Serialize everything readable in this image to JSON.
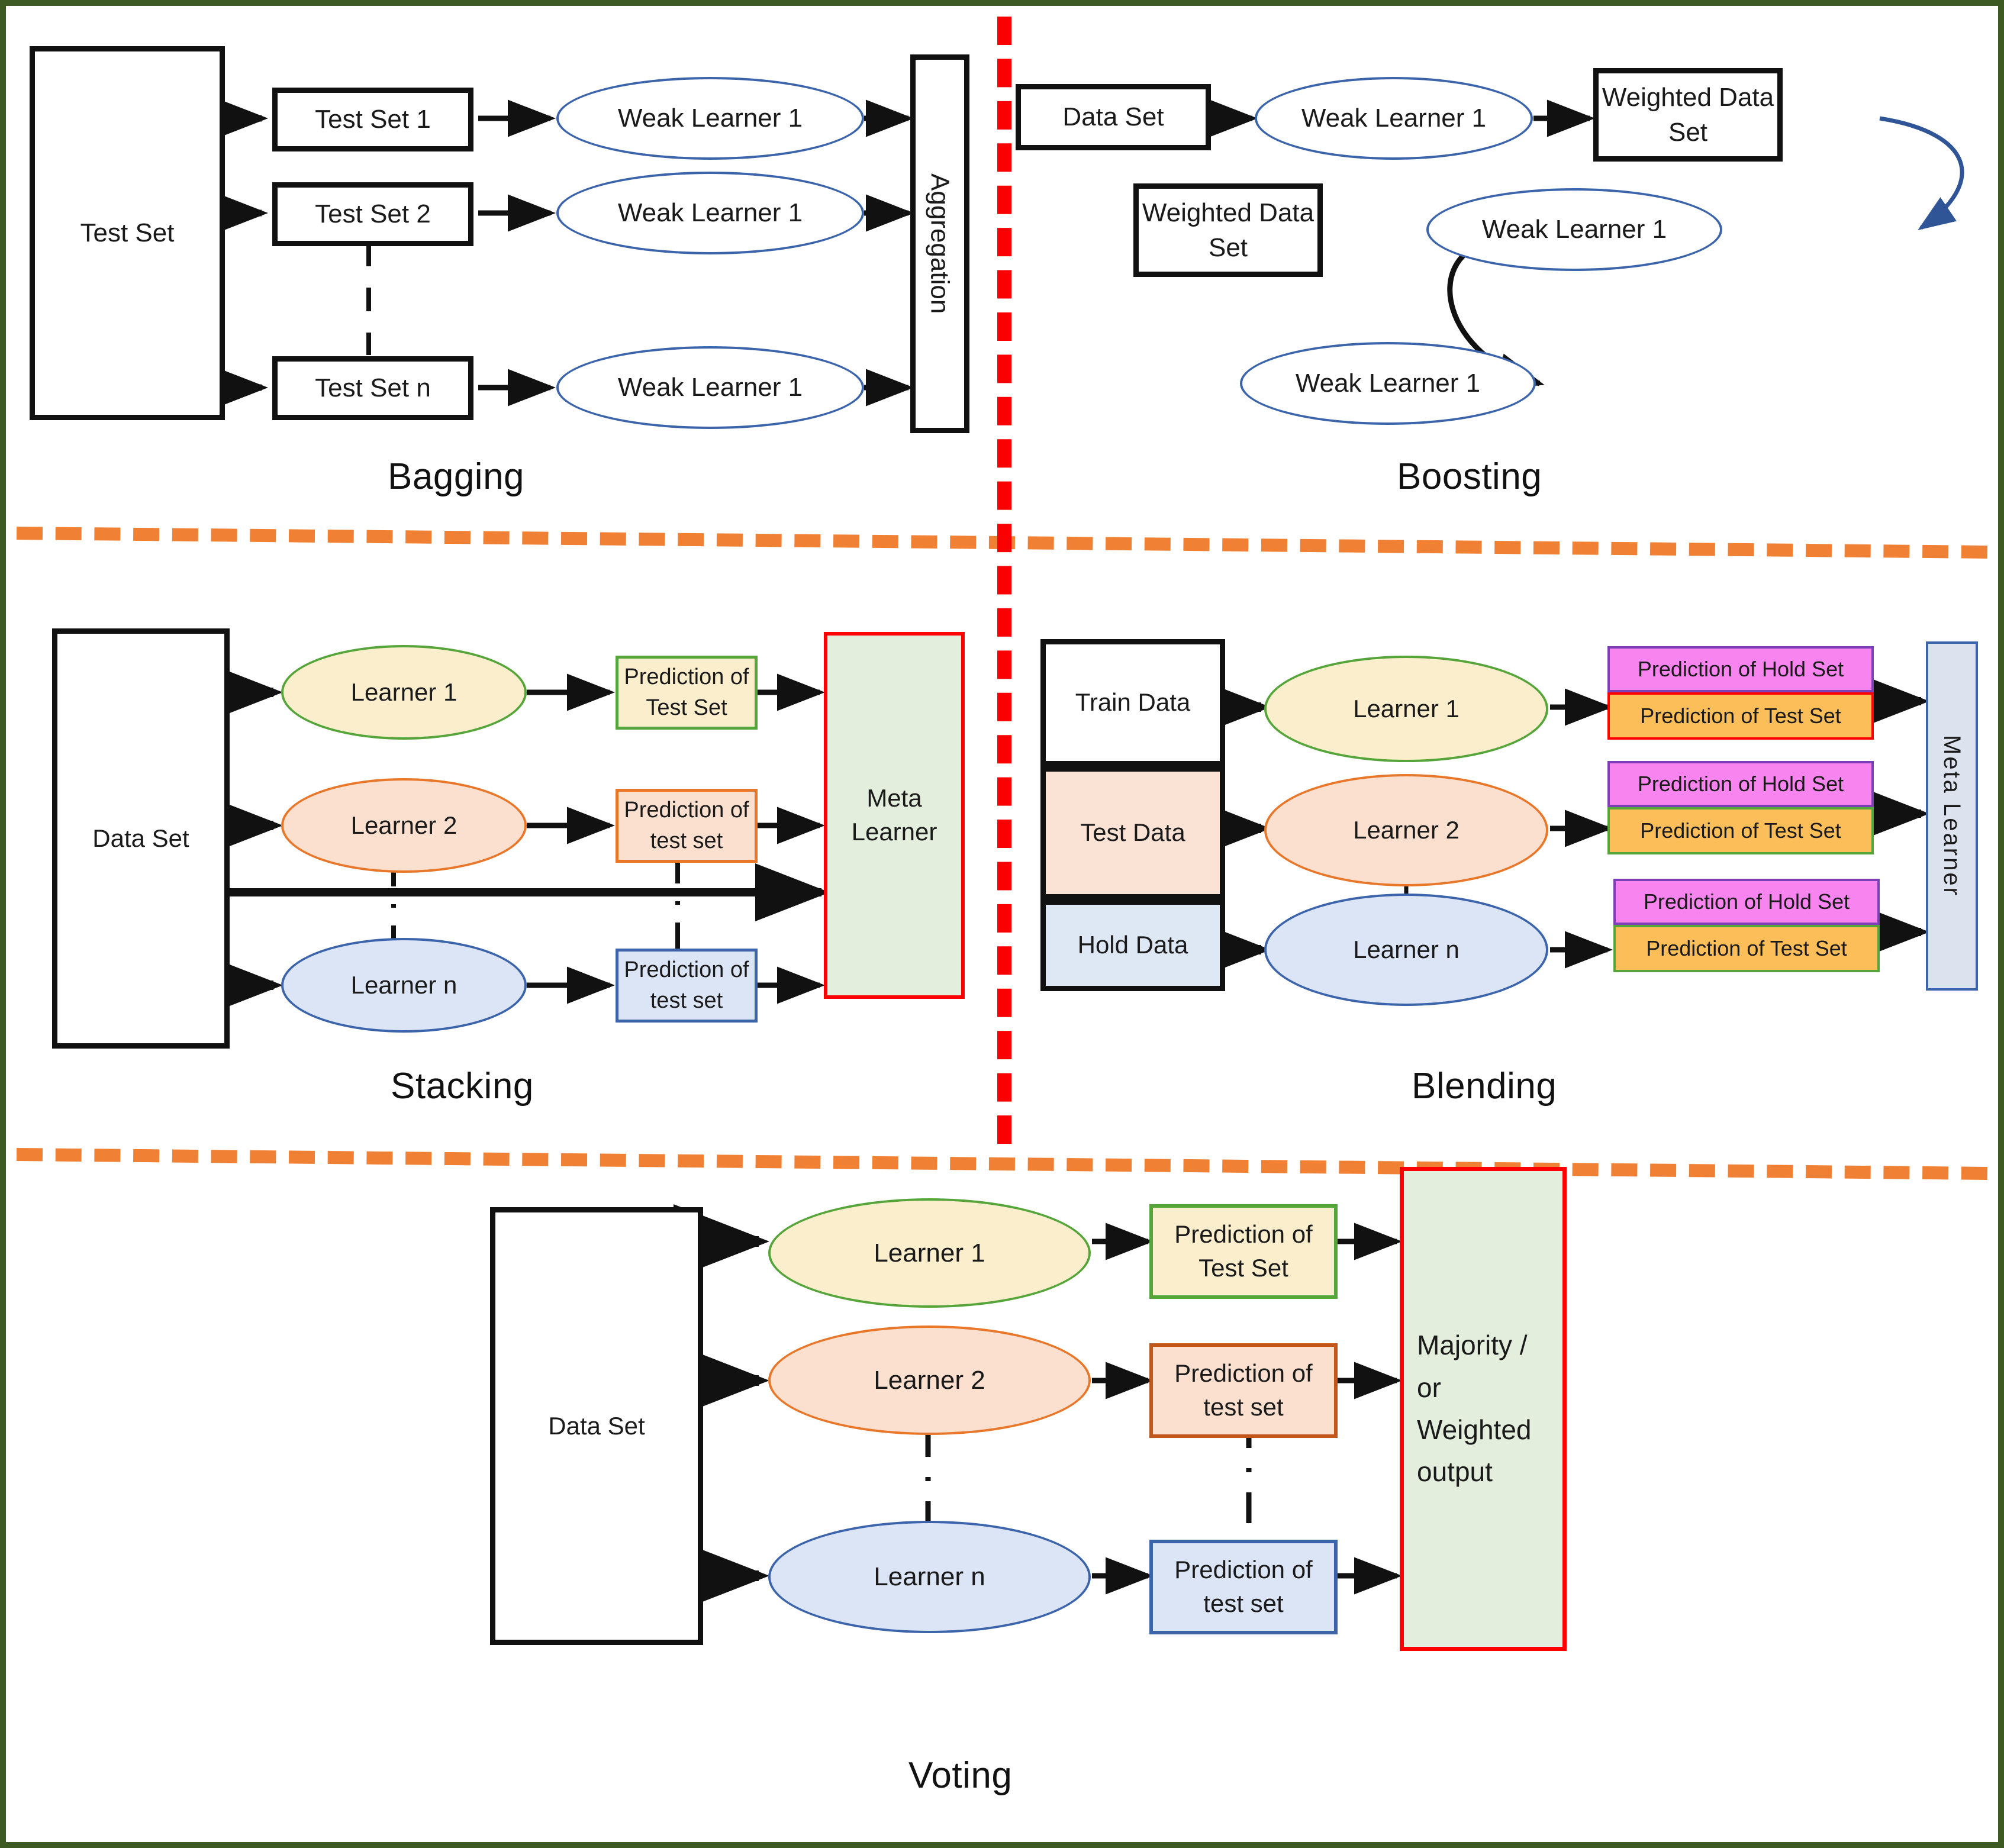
{
  "figure": {
    "border_color": "#3c5a22",
    "divider_color_horizontal": "#f08033",
    "divider_color_vertical": "#fb0000"
  },
  "sections": {
    "bagging": {
      "title": "Bagging",
      "source": "Test Set",
      "subsets": [
        "Test Set 1",
        "Test Set 2",
        "Test Set n"
      ],
      "learners": [
        "Weak Learner 1",
        "Weak Learner 1",
        "Weak Learner 1"
      ],
      "aggregator": "Aggregation"
    },
    "boosting": {
      "title": "Boosting",
      "dataset": "Data Set",
      "learner1": "Weak Learner 1",
      "weighted1": "Weighted Data Set",
      "learner2": "Weak Learner 1",
      "weighted2": "Weighted Data Set",
      "learner3": "Weak Learner 1"
    },
    "stacking": {
      "title": "Stacking",
      "dataset": "Data Set",
      "learners": [
        "Learner 1",
        "Learner 2",
        "Learner n"
      ],
      "predictions": [
        "Prediction of Test Set",
        "Prediction of test set",
        "Prediction of test set"
      ],
      "meta": "Meta Learner",
      "meta_fill": "#e4eedd",
      "meta_border": "#ff0000"
    },
    "blending": {
      "title": "Blending",
      "splits": [
        "Train Data",
        "Test Data",
        "Hold Data"
      ],
      "split_fills": [
        "#ffffff",
        "#fae2d4",
        "#dee8f5"
      ],
      "learners": [
        "Learner 1",
        "Learner 2",
        "Learner n"
      ],
      "hold_predictions": [
        "Prediction of Hold Set",
        "Prediction of Hold Set",
        "Prediction of Hold Set"
      ],
      "test_predictions": [
        "Prediction of Test Set",
        "Prediction of Test Set",
        "Prediction of Test Set"
      ],
      "hold_fill": "#f884ef",
      "hold_border": "#7c3fb5",
      "test_fill": "#fbbe58",
      "test_borders": [
        "#ff0000",
        "#56a53a",
        "#56a53a"
      ],
      "meta": "Meta Learner",
      "meta_fill": "#dce3ef",
      "meta_border": "#3b64ab"
    },
    "voting": {
      "title": "Voting",
      "dataset": "Data Set",
      "learners": [
        "Learner 1",
        "Learner 2",
        "Learner n"
      ],
      "predictions": [
        "Prediction of Test Set",
        "Prediction of test set",
        "Prediction of test set"
      ],
      "output": "Majority / or Weighted output",
      "output_fill": "#e4eedd",
      "output_border": "#ff0000"
    }
  }
}
